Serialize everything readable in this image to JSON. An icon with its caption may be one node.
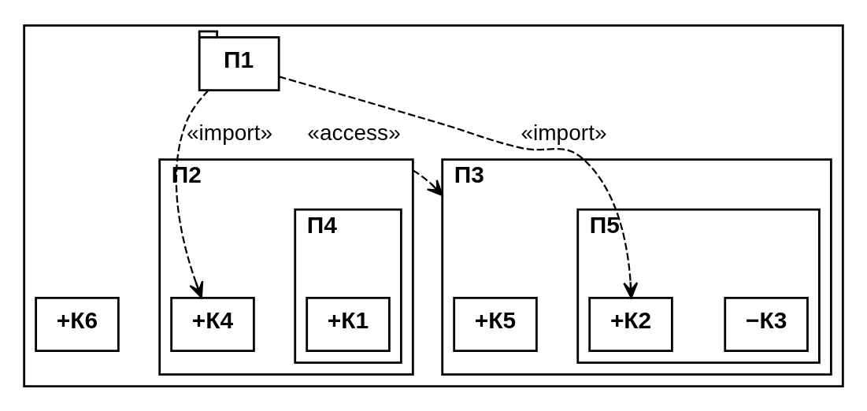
{
  "diagram": {
    "nodes": [
      {
        "text": [
          "П1"
        ]
      },
      {
        "text": [
          "+К6"
        ],
        "in": 0
      },
      {
        "text": [
          "П2"
        ],
        "in": 0
      },
      {
        "text": [
          "+К4"
        ],
        "in": 2
      },
      {
        "text": [
          "П4"
        ],
        "in": 2
      },
      {
        "text": [
          "+К1"
        ],
        "in": 4
      },
      {
        "text": [
          "П3"
        ],
        "in": 0
      },
      {
        "text": [
          "+К5"
        ],
        "in": 6
      },
      {
        "text": [
          "П5"
        ],
        "in": 6
      },
      {
        "text": [
          "+К2"
        ],
        "in": 8
      },
      {
        "text": [
          "−К3"
        ],
        "in": 8
      }
    ],
    "edges": [
      {
        "from": 0,
        "to": 2,
        "arrow": "to",
        "label": "«import»",
        "style": "dashed"
      },
      {
        "from": 0,
        "to": 8,
        "arrow": "to",
        "label": "«import»",
        "style": "dashed"
      },
      {
        "from": 2,
        "to": 6,
        "arrow": "to",
        "label": "«access»",
        "style": "dashed"
      }
    ]
  }
}
